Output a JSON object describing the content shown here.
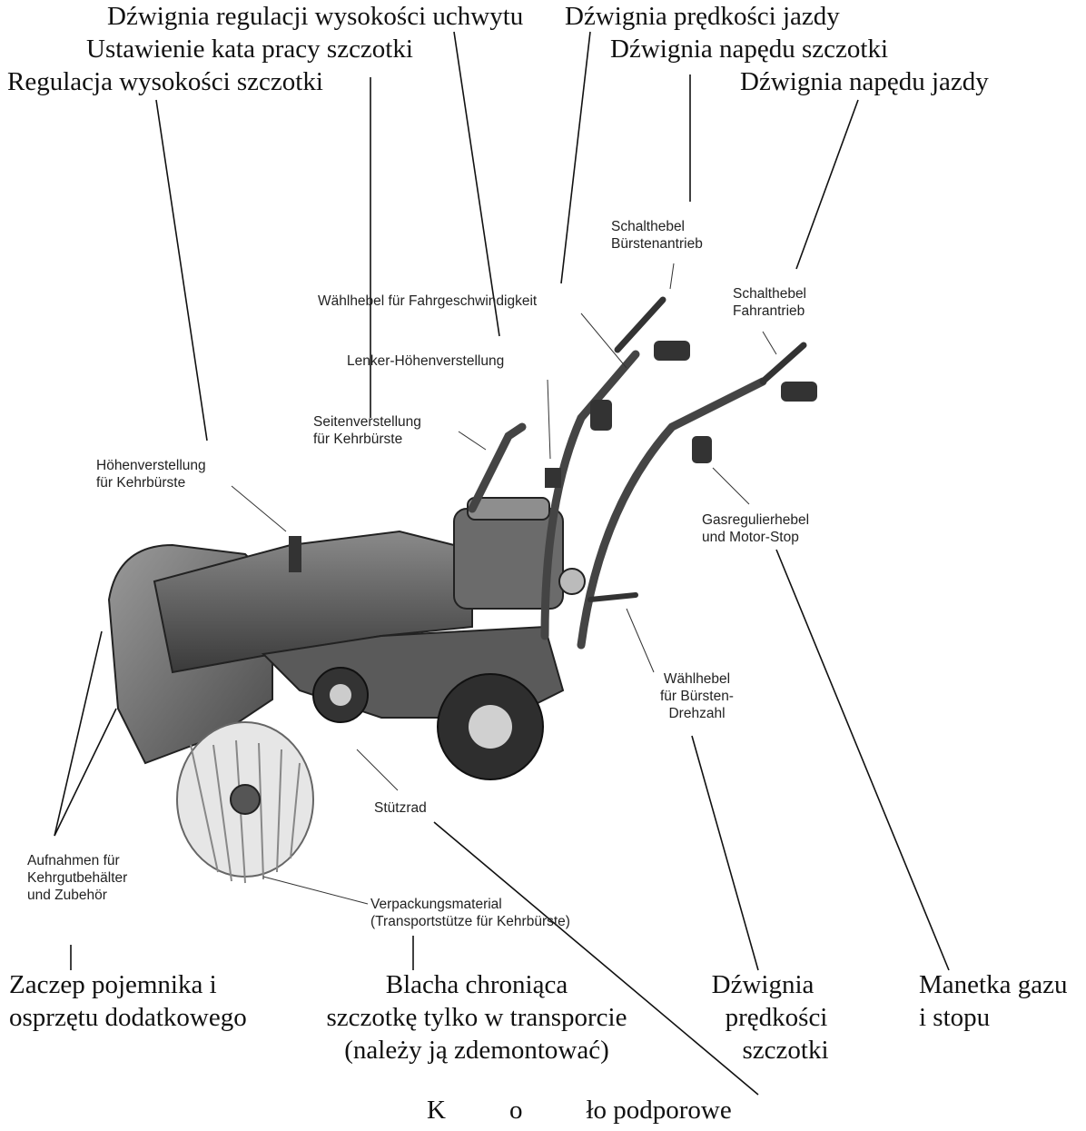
{
  "polish_labels": {
    "handle_height_lever": "Dźwignia regulacji wysokości uchwytu",
    "travel_speed_lever": "Dźwignia prędkości jazdy",
    "brush_angle_setting": "Ustawienie kata pracy szczotki",
    "brush_drive_lever": "Dźwignia napędu szczotki",
    "brush_height_adjustment": "Regulacja wysokości  szczotki",
    "travel_drive_lever": "Dźwignia napędu jazdy",
    "container_hitch": [
      "Zaczep pojemnika i",
      "osprzętu  dodatkowego"
    ],
    "transport_guard": [
      "Blacha chroniąca",
      "szczotkę tylko w transporcie",
      "(należy ją zdemontować)"
    ],
    "brush_speed_lever": [
      "Dźwignia",
      "prędkości",
      "szczotki"
    ],
    "throttle_stop": [
      "Manetka gazu",
      "i stopu"
    ],
    "support_wheel": [
      "K",
      "o",
      "ło podporowe"
    ]
  },
  "german_labels": {
    "schalthebel_buerstenantrieb": [
      "Schalthebel",
      "Bürstenantrieb"
    ],
    "schalthebel_fahrantrieb": [
      "Schalthebel",
      "Fahrantrieb"
    ],
    "waehlhebel_fahrgeschwindigkeit": "Wählhebel für Fahrgeschwindigkeit",
    "lenker_hoehenverstellung": "Lenker-Höhenverstellung",
    "seitenverstellung": [
      "Seitenverstellung",
      "für Kehrbürste"
    ],
    "hoehenverstellung": [
      "Höhenverstellung",
      "für Kehrbürste"
    ],
    "gasregulierhebel": [
      "Gasregulierhebel",
      "und Motor-Stop"
    ],
    "waehlhebel_buersten": [
      "Wählhebel",
      "für Bürsten-",
      "Drehzahl"
    ],
    "stuetzrad": "Stützrad",
    "aufnahmen": [
      "Aufnahmen für",
      "Kehrgutbehälter",
      "und Zubehör"
    ],
    "verpackungsmaterial": [
      "Verpackungsmaterial",
      "(Transportstütze für Kehrbürste)"
    ]
  }
}
